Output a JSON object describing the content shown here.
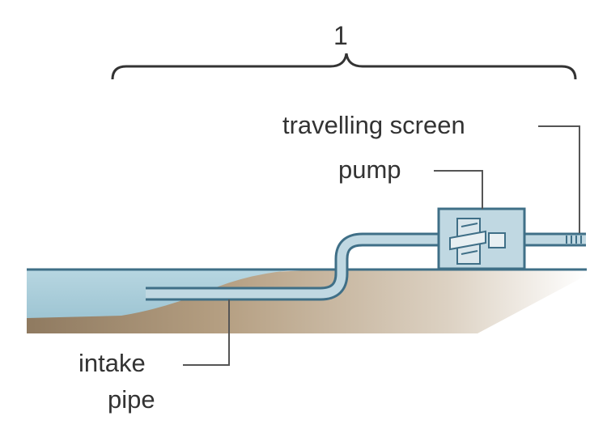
{
  "diagram": {
    "section_number": "1",
    "labels": {
      "travelling_screen": "travelling screen",
      "pump": "pump",
      "intake_line_1": "intake",
      "intake_line_2": "pipe"
    },
    "colors": {
      "water": "#a9ccd8",
      "pipe_fill": "#c0d8e2",
      "pipe_stroke": "#3f6f87",
      "ground_top": "#c8b49a",
      "ground_bottom": "#8f7a60",
      "leader_line": "#555555",
      "text": "#333333"
    }
  }
}
